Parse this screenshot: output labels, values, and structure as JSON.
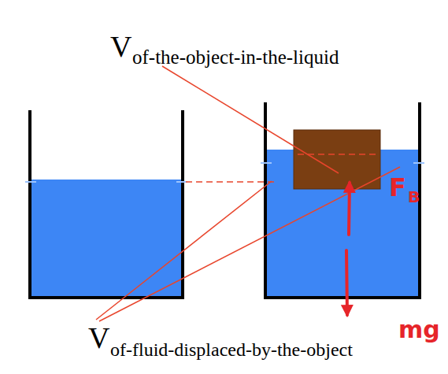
{
  "diagram": {
    "labels": [
      "V",
      "of-the-object-in-the-liquid",
      "V",
      "of-fluid-displaced-by-the-object",
      "F",
      "B",
      "mg"
    ]
  }
}
